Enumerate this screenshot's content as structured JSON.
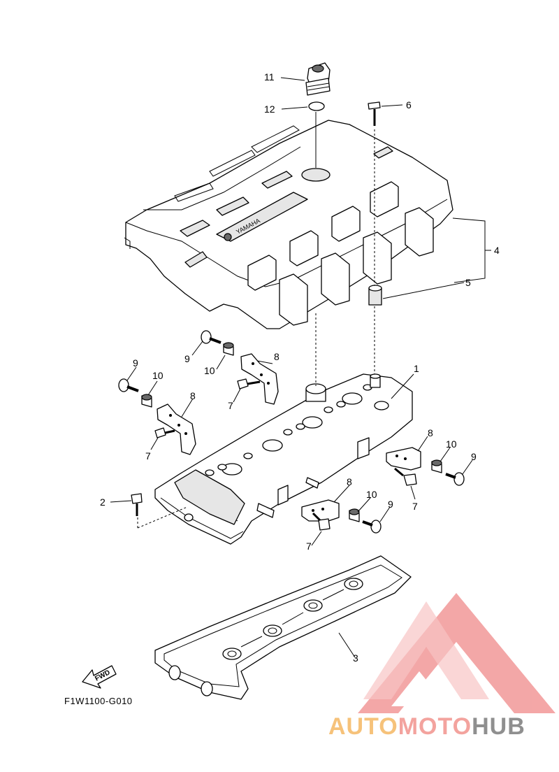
{
  "callouts": {
    "c1": "1",
    "c2": "2",
    "c3": "3",
    "c4": "4",
    "c5": "5",
    "c6": "6",
    "c7a": "7",
    "c7b": "7",
    "c7c": "7",
    "c7d": "7",
    "c8a": "8",
    "c8b": "8",
    "c8c": "8",
    "c8d": "8",
    "c9a": "9",
    "c9b": "9",
    "c9c": "9",
    "c9d": "9",
    "c10a": "10",
    "c10b": "10",
    "c10c": "10",
    "c10d": "10",
    "c11": "11",
    "c12": "12"
  },
  "cover_label": "YAMAHA",
  "fwd_label": "FWD",
  "diagram_code": "F1W1100-G010",
  "watermark": {
    "part1": "AUTO",
    "part2": "MOTO",
    "part3": "HUB"
  },
  "colors": {
    "line": "#000000",
    "watermark_triangle": "#f08a8a",
    "watermark_auto": "#f6c27a",
    "watermark_moto": "#f3a39e",
    "watermark_hub": "#8f8f8f"
  }
}
